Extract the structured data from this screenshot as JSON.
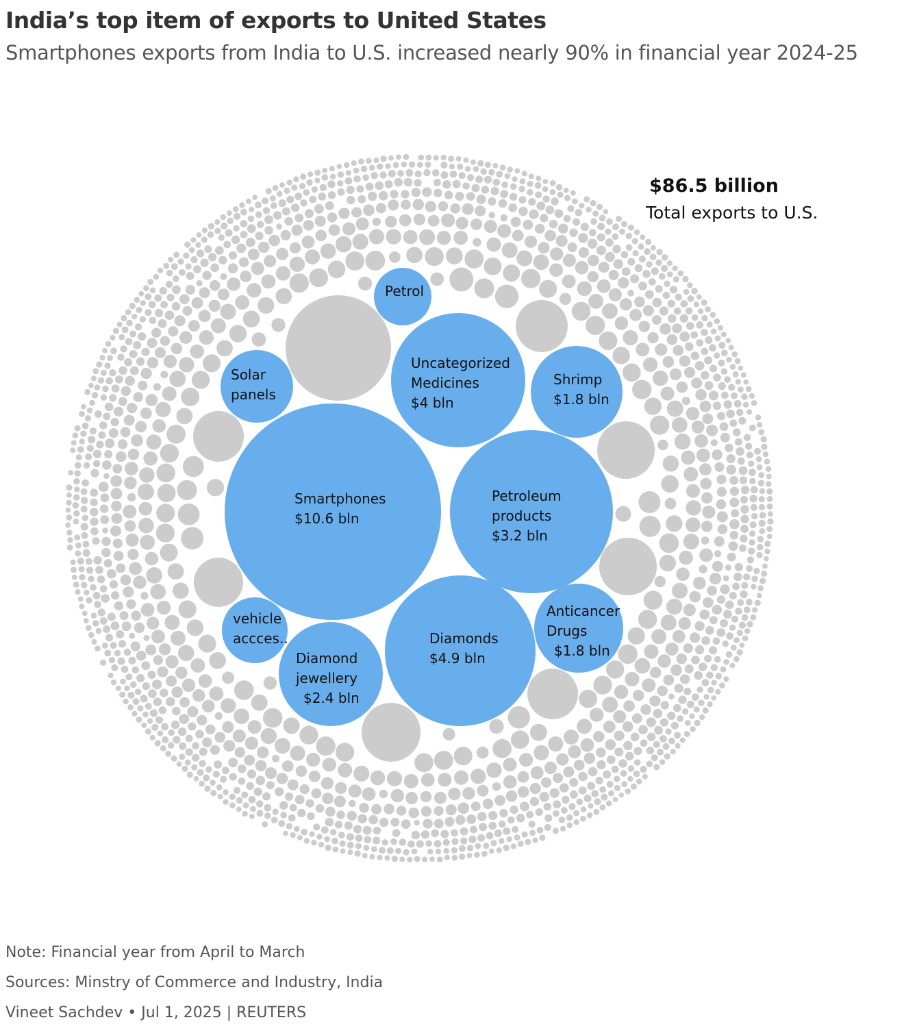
{
  "header": {
    "title": "India’s top item of exports to United States",
    "subtitle": "Smartphones exports from India to U.S. increased nearly 90% in financial year 2024-25"
  },
  "total": {
    "value": "$86.5 billion",
    "label": "Total exports to U.S."
  },
  "footer": {
    "note": "Note: Financial year from April  to March",
    "source": "Sources: Minstry of Commerce and Industry, India",
    "credit": "Vineet Sachdev • Jul 1, 2025 | REUTERS"
  },
  "colors": {
    "highlight": "#68aeec",
    "other": "#cccccc",
    "text": "#111111"
  },
  "chart_data": {
    "type": "bubble",
    "total_billion_usd": 86.5,
    "highlighted": [
      {
        "name": "Smartphones",
        "value_label": "$10.6 bln",
        "lines": [
          "Smartphones",
          "$10.6 bln"
        ],
        "value": 10.6
      },
      {
        "name": "Diamonds",
        "value_label": "$4.9 bln",
        "lines": [
          "Diamonds",
          "$4.9 bln"
        ],
        "value": 4.9
      },
      {
        "name": "Uncategorized Medicines",
        "value_label": "$4 bln",
        "lines": [
          "Uncategorized",
          "Medicines",
          "$4 bln"
        ],
        "value": 4
      },
      {
        "name": "Petroleum products",
        "value_label": "$3.2 bln",
        "lines": [
          "Petroleum",
          "products",
          "$3.2 bln"
        ],
        "value": 3.2
      },
      {
        "name": "Diamond jewellery",
        "value_label": "$2.4 bln",
        "lines": [
          "Diamond",
          "jewellery",
          "$2.4 bln"
        ],
        "value": 2.4
      },
      {
        "name": "Shrimp",
        "value_label": "$1.8 bln",
        "lines": [
          "Shrimp",
          "$1.8 bln"
        ],
        "value": 1.8
      },
      {
        "name": "Anticancer Drugs",
        "value_label": "$1.8 bln",
        "lines": [
          "Anticancer",
          "Drugs",
          "$1.8 bln"
        ],
        "value": 1.8
      },
      {
        "name": "Solar panels",
        "value_label": "",
        "lines": [
          "Solar",
          "panels"
        ]
      },
      {
        "name": "Petrol",
        "value_label": "",
        "lines": [
          "Petrol"
        ]
      },
      {
        "name": "vehicle accces..",
        "value_label": "",
        "lines": [
          "vehicle",
          "accces.."
        ]
      }
    ]
  }
}
